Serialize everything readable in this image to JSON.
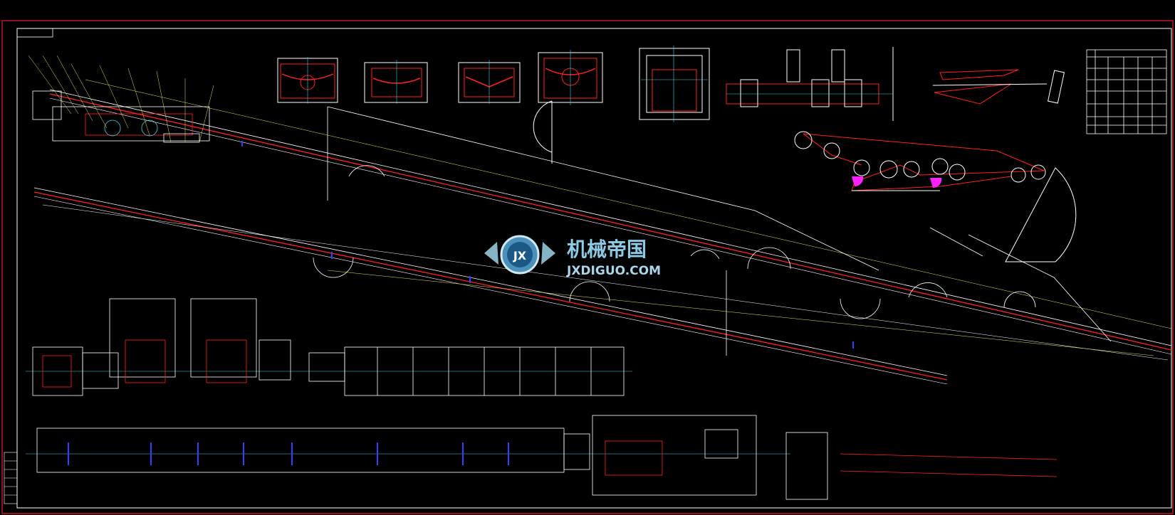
{
  "app": "CAD drawing viewer",
  "watermark": {
    "title": "机械帝国",
    "url": "JXDIGUO.COM",
    "badge": "JX"
  },
  "section_titles": {
    "view_a": "",
    "view_b": "",
    "view_c": "",
    "view_d": "",
    "view_e": "",
    "pulley_layout": ""
  },
  "colors": {
    "background": "#000000",
    "border": "#c0182c",
    "linework": "#ffffff",
    "red_belt": "#ff2020",
    "yellow_leader": "#e8e84a",
    "cyan_center": "#38d8e8",
    "blue_marks": "#3040ff",
    "magenta_fill": "#ff20ff"
  }
}
